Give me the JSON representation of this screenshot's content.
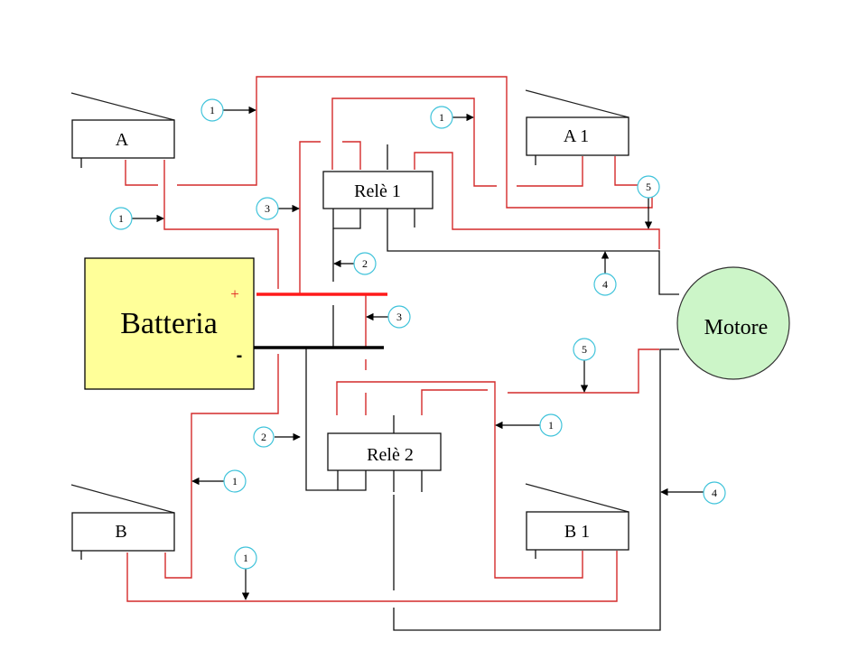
{
  "diagram": {
    "colors": {
      "battery_fill": "#ffff99",
      "motor_fill": "#ccf5c8",
      "positive_wire": "#ff1a1a",
      "negative_wire": "#000000",
      "signal_wire": "#d42a2a",
      "callout_ring": "#3fc3da"
    },
    "battery": {
      "label": "Batteria",
      "plus": "+",
      "minus": "-"
    },
    "motor": {
      "label": "Motore"
    },
    "relays": [
      {
        "id": "rele1",
        "label": "Relè 1"
      },
      {
        "id": "rele2",
        "label": "Relè 2"
      }
    ],
    "switches": [
      {
        "id": "A",
        "label": "A"
      },
      {
        "id": "A1",
        "label": "A 1"
      },
      {
        "id": "B",
        "label": "B"
      },
      {
        "id": "B1",
        "label": "B 1"
      }
    ],
    "callouts": [
      {
        "id": "c1a",
        "number": "1"
      },
      {
        "id": "c1b",
        "number": "1"
      },
      {
        "id": "c1c",
        "number": "1"
      },
      {
        "id": "c3a",
        "number": "3"
      },
      {
        "id": "c2a",
        "number": "2"
      },
      {
        "id": "c5a",
        "number": "5"
      },
      {
        "id": "c4a",
        "number": "4"
      },
      {
        "id": "c3b",
        "number": "3"
      },
      {
        "id": "c5b",
        "number": "5"
      },
      {
        "id": "c1d",
        "number": "1"
      },
      {
        "id": "c2b",
        "number": "2"
      },
      {
        "id": "c1e",
        "number": "1"
      },
      {
        "id": "c4b",
        "number": "4"
      },
      {
        "id": "c1f",
        "number": "1"
      }
    ]
  }
}
